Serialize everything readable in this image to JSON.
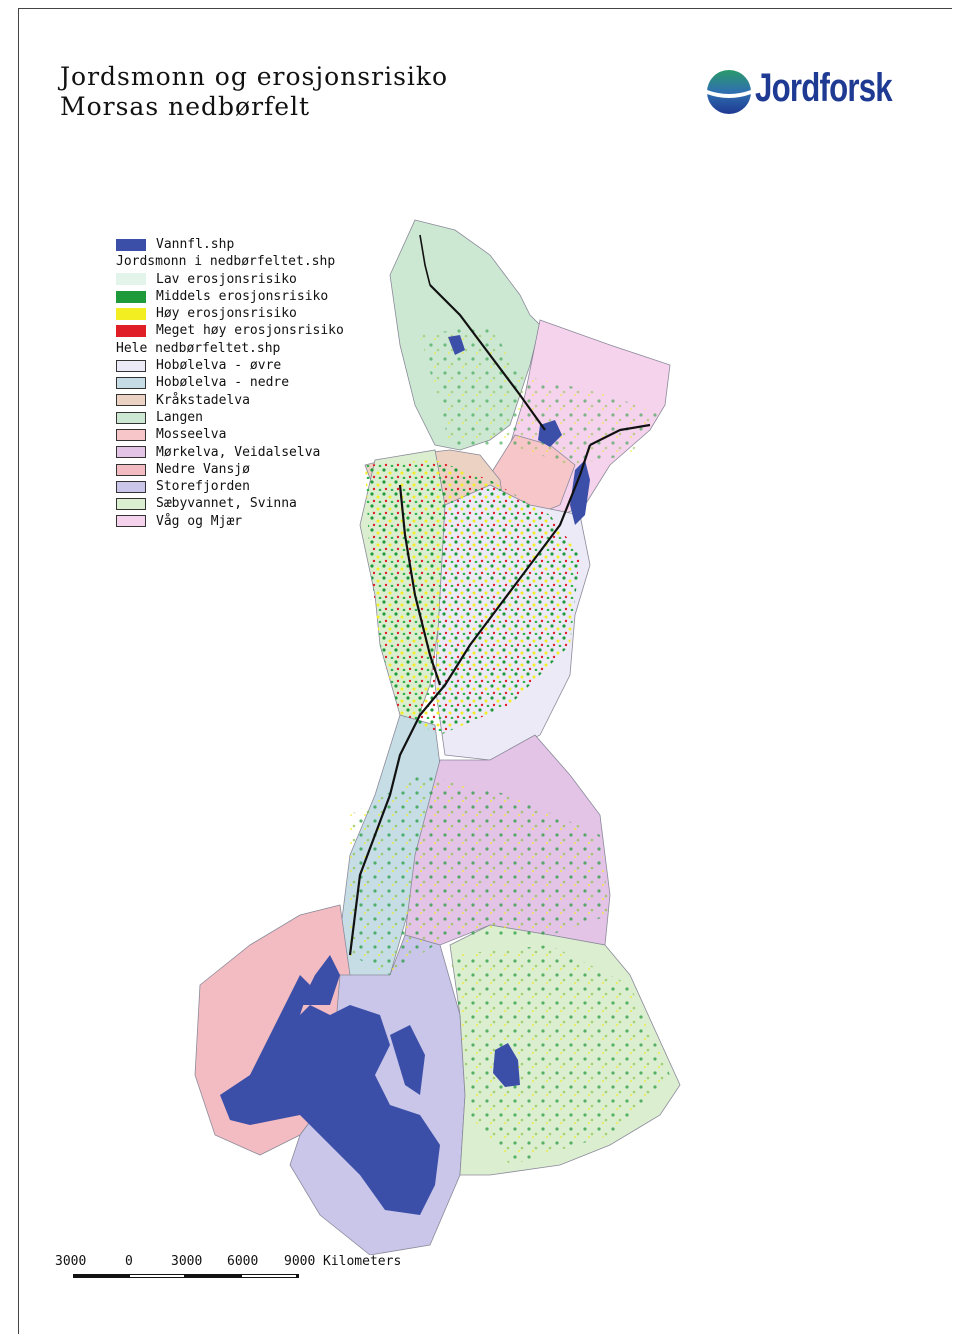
{
  "title": {
    "line1": "Jordsmonn og erosjonsrisiko",
    "line2": "Morsas nedbørfelt"
  },
  "logo": {
    "text": "Jordforsk",
    "icon": "globe-icon",
    "color": "#1f3a93"
  },
  "legend": {
    "water_layer": {
      "label": "Vannfl.shp",
      "color": "#3b4fa8"
    },
    "soil_layer_title": "Jordsmonn i nedbørfeltet.shp",
    "soil_classes": [
      {
        "label": "Lav erosjonsrisiko",
        "color": "#e3f5ea"
      },
      {
        "label": "Middels erosjonsrisiko",
        "color": "#1f9a3a"
      },
      {
        "label": "Høy erosjonsrisiko",
        "color": "#f2ee22"
      },
      {
        "label": "Meget høy erosjonsrisiko",
        "color": "#e01e25"
      }
    ],
    "catchment_layer_title": "Hele nedbørfeltet.shp",
    "catchments": [
      {
        "label": "Hobølelva - øvre",
        "color": "#eceaf6"
      },
      {
        "label": "Hobølelva - nedre",
        "color": "#c6dde6"
      },
      {
        "label": "Kråkstadelva",
        "color": "#ecd2c2"
      },
      {
        "label": "Langen",
        "color": "#cde8d2"
      },
      {
        "label": "Mosseelva",
        "color": "#f6c6c9"
      },
      {
        "label": "Mørkelva, Veidalselva",
        "color": "#e3c3e6"
      },
      {
        "label": "Nedre Vansjø",
        "color": "#f3bcc2"
      },
      {
        "label": "Storefjorden",
        "color": "#c9c6ea"
      },
      {
        "label": "Sæbyvannet, Svinna",
        "color": "#dceed0"
      },
      {
        "label": "Våg og Mjær",
        "color": "#f6d3ec"
      }
    ]
  },
  "scalebar": {
    "ticks": [
      "3000",
      "0",
      "3000",
      "6000",
      "9000"
    ],
    "unit": "Kilometers"
  }
}
